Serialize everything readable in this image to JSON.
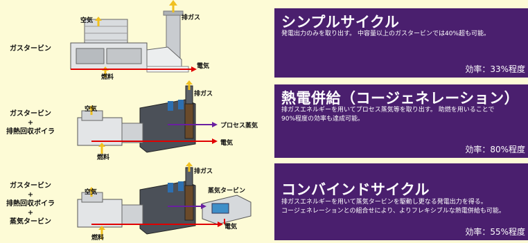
{
  "rows": [
    {
      "config_lines": [
        "ガスタービン"
      ],
      "labels": {
        "air": "空気",
        "exhaust": "排ガス",
        "electricity": "電気",
        "fuel": "燃料"
      },
      "panel": {
        "title": "シンプルサイクル",
        "desc_lines": [
          "発電出力のみを取り出す。 中容量以上のガスタービンでは40%超も可能。"
        ],
        "efficiency": "効率：33%程度"
      }
    },
    {
      "config_lines": [
        "ガスタービン",
        "+",
        "排熱回収ボイラ"
      ],
      "labels": {
        "air": "空気",
        "exhaust": "排ガス",
        "steam": "プロセス蒸気",
        "electricity": "電気",
        "fuel": "燃料"
      },
      "panel": {
        "title": "熱電併給（コージェネレーション）",
        "desc_lines": [
          "排ガスエネルギーを用いてプロセス蒸気等を取り出す。 助燃を用いることで",
          "90%程度の効率も達成可能。"
        ],
        "efficiency": "効率：80%程度"
      }
    },
    {
      "config_lines": [
        "ガスタービン",
        "+",
        "排熱回収ボイラ",
        "+",
        "蒸気タービン"
      ],
      "labels": {
        "air": "空気",
        "exhaust": "排ガス",
        "steam_turbine": "蒸気タービン",
        "electricity": "電気",
        "fuel": "燃料"
      },
      "panel": {
        "title": "コンバインドサイクル",
        "desc_lines": [
          "排ガスエネルギーを用いて蒸気タービンを駆動し更なる発電出力を得る。",
          "コージェネレーションとの組合せにより、よりフレキシブルな熱電併給も可能。"
        ],
        "efficiency": "効率：55%程度"
      }
    }
  ],
  "colors": {
    "background": "#fdfbd6",
    "panel": "#4a1f6e",
    "electricity_arrow": "#e00000",
    "steam_arrow": "#6a1fa0",
    "air_arrow": "#f0c020"
  }
}
